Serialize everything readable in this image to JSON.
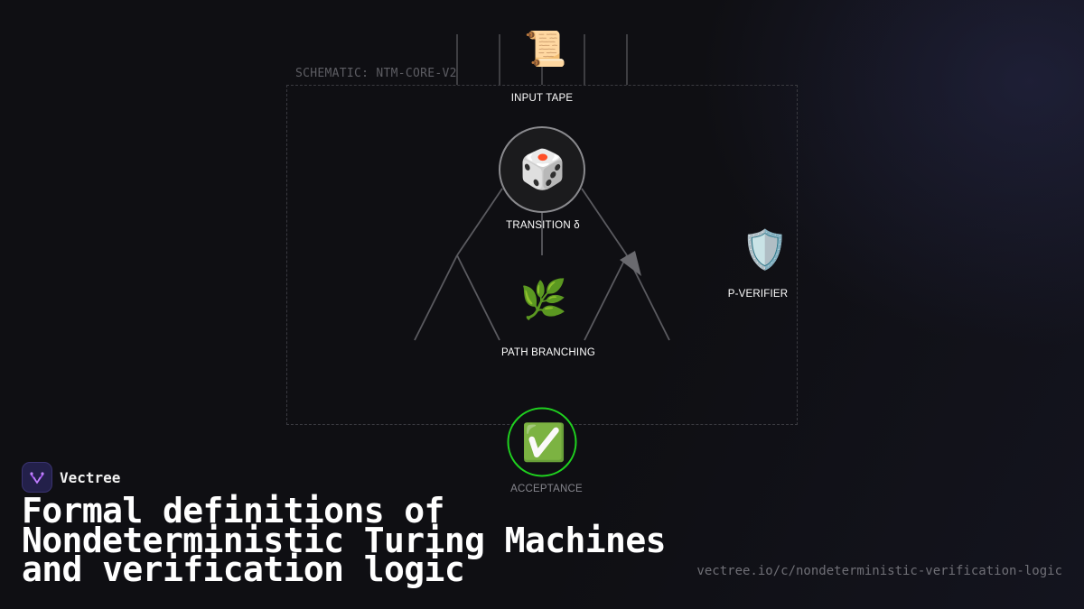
{
  "schematic": {
    "label": "SCHEMATIC: NTM-CORE-V2"
  },
  "nodes": {
    "input_tape": {
      "icon": "scroll-icon",
      "glyph": "📜",
      "label": "INPUT TAPE"
    },
    "transition": {
      "icon": "dice-icon",
      "glyph": "🎲",
      "label": "TRANSITION δ"
    },
    "branching": {
      "icon": "herb-icon",
      "glyph": "🌿",
      "label": "PATH BRANCHING"
    },
    "verifier": {
      "icon": "shield-icon",
      "glyph": "🛡️",
      "label": "P-VERIFIER"
    },
    "acceptance": {
      "icon": "check-mark-icon",
      "glyph": "✅",
      "label": "ACCEPTANCE"
    }
  },
  "colors": {
    "background": "#0f0f13",
    "accept_ring": "#1fd11f",
    "wire": "#4a4a4f",
    "brand_accent": "#a855f7"
  },
  "brand": {
    "name": "Vectree",
    "logo_icon": "vectree-logo-icon"
  },
  "headline": {
    "lines": [
      "Formal definitions of",
      "Nondeterministic Turing Machines",
      "and verification logic"
    ]
  },
  "footer": {
    "url": "vectree.io/c/nondeterministic-verification-logic"
  }
}
